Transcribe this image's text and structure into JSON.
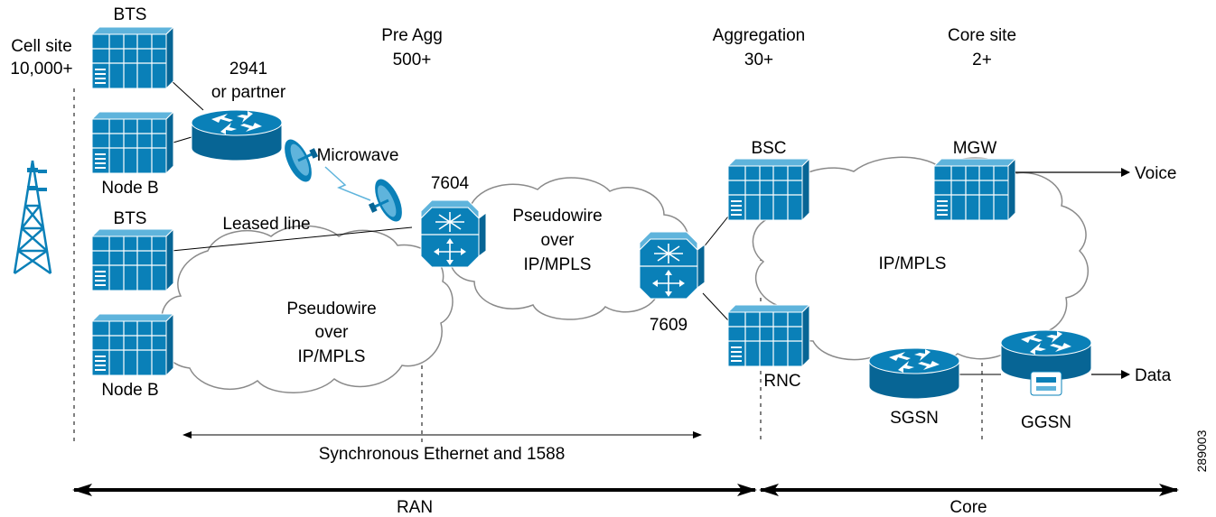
{
  "tiers": {
    "cell_site": {
      "name": "Cell site",
      "count": "10,000+"
    },
    "pre_agg": {
      "name": "Pre Agg",
      "count": "500+"
    },
    "aggregation": {
      "name": "Aggregation",
      "count": "30+"
    },
    "core_site": {
      "name": "Core site",
      "count": "2+"
    }
  },
  "devices": {
    "bts_top": "BTS",
    "node_b_top": "Node B",
    "bts_bottom": "BTS",
    "node_b_bottom": "Node B",
    "router_2941_line1": "2941",
    "router_2941_line2": "or partner",
    "router_7604": "7604",
    "router_7609": "7609",
    "bsc": "BSC",
    "rnc": "RNC",
    "mgw": "MGW",
    "sgsn": "SGSN",
    "ggsn": "GGSN"
  },
  "links": {
    "microwave": "Microwave",
    "leased_line": "Leased line"
  },
  "clouds": {
    "left_pw": [
      "Pseudowire",
      "over",
      "IP/MPLS"
    ],
    "mid_pw": [
      "Pseudowire",
      "over",
      "IP/MPLS"
    ],
    "core": "IP/MPLS"
  },
  "outputs": {
    "voice": "Voice",
    "data": "Data"
  },
  "spans": {
    "sync": "Synchronous Ethernet and 1588",
    "ran": "RAN",
    "core": "Core"
  },
  "figure_id": "289003",
  "colors": {
    "device_blue": "#0a80b8",
    "device_dark": "#065b86",
    "line": "#000000"
  }
}
